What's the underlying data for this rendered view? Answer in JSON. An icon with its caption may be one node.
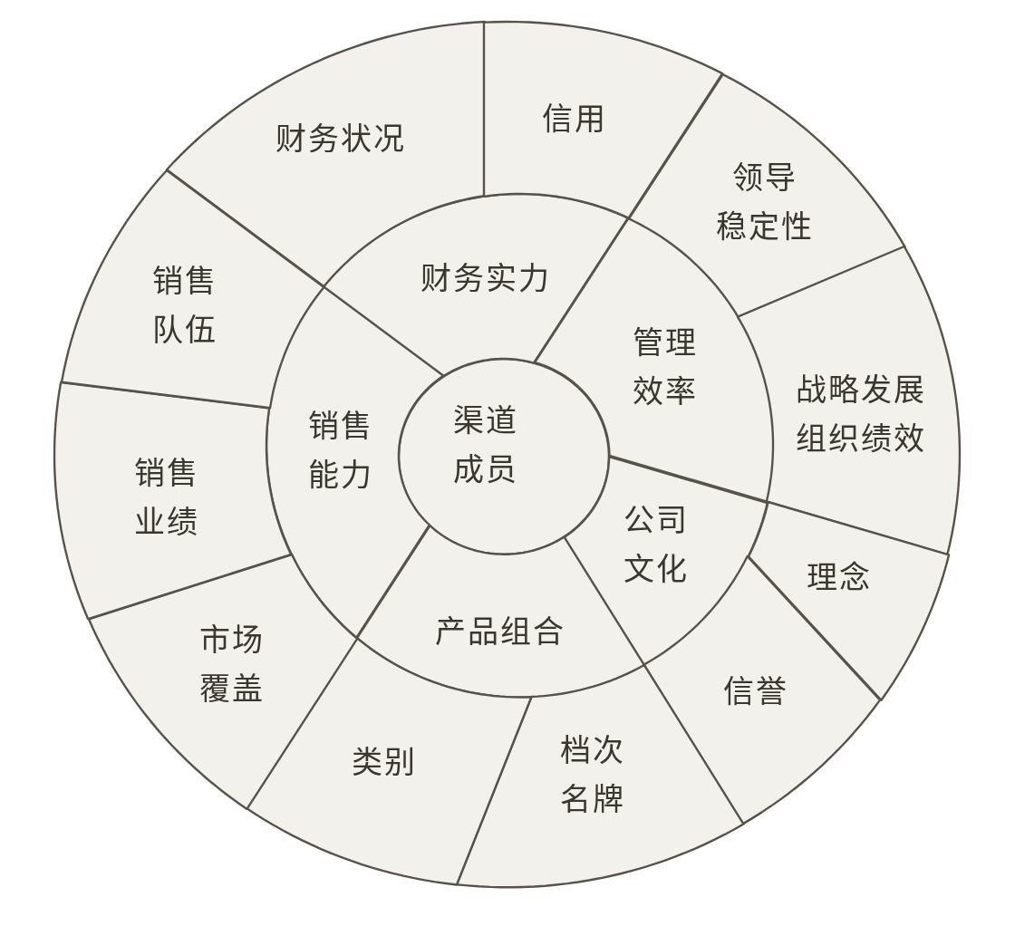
{
  "diagram": {
    "nodes": [
      {
        "text": [
          "渠道成员"
        ]
      },
      {
        "text": [
          "财务实力"
        ]
      },
      {
        "text": [
          "管理效率"
        ]
      },
      {
        "text": [
          "公司文化"
        ]
      },
      {
        "text": [
          "产品组合"
        ]
      },
      {
        "text": [
          "销售能力"
        ]
      },
      {
        "text": [
          "财务状况"
        ]
      },
      {
        "text": [
          "信用"
        ]
      },
      {
        "text": [
          "领导稳定性"
        ]
      },
      {
        "text": [
          "战略发展组织绩效"
        ]
      },
      {
        "text": [
          "理念"
        ]
      },
      {
        "text": [
          "信誉"
        ]
      },
      {
        "text": [
          "档次名牌"
        ]
      },
      {
        "text": [
          "类别"
        ]
      },
      {
        "text": [
          "市场覆盖"
        ]
      },
      {
        "text": [
          "销售业绩"
        ]
      },
      {
        "text": [
          "销售队伍"
        ]
      }
    ]
  }
}
